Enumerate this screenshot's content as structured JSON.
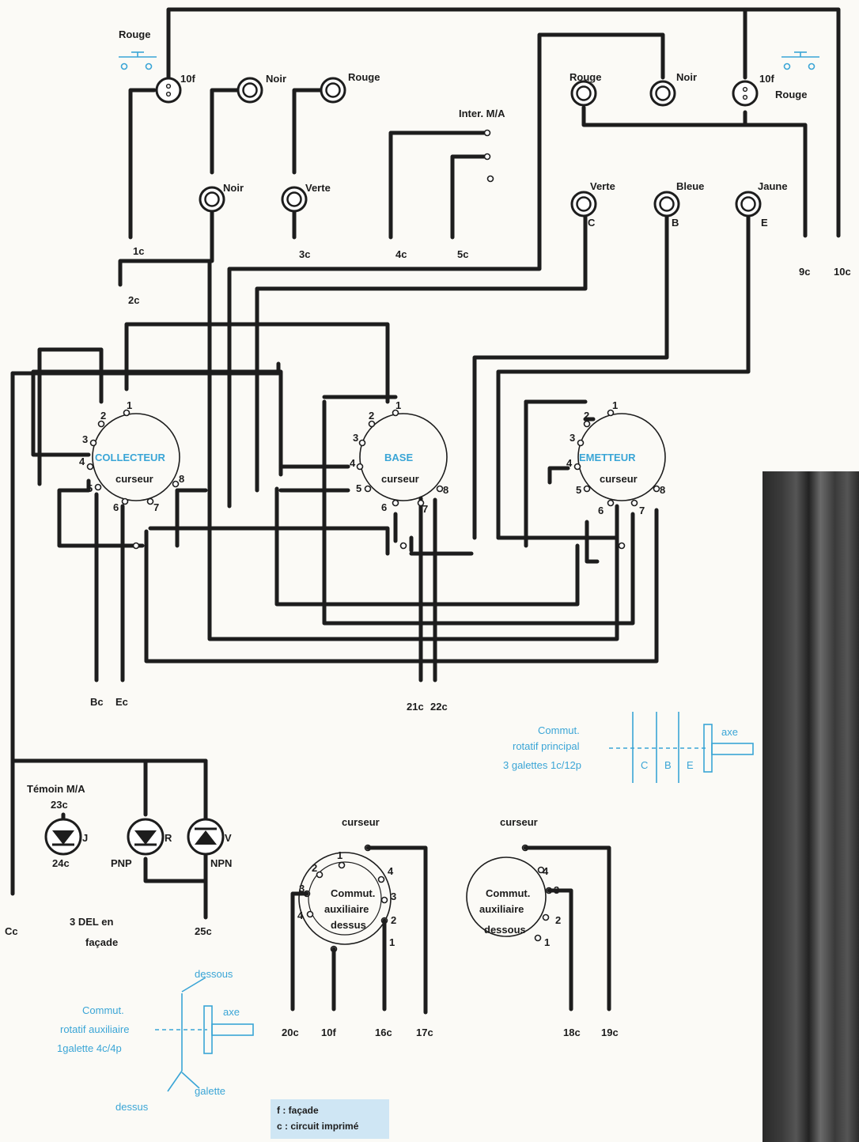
{
  "jacks": {
    "rouge_tl": "Rouge",
    "tenf_tl": "10f",
    "noir_top": "Noir",
    "rouge_top": "Rouge",
    "noir_mid": "Noir",
    "verte_mid": "Verte",
    "inter": "Inter. M/A",
    "rouge_r": "Rouge",
    "noir_r": "Noir",
    "tenf_r": "10f",
    "rouge_r2": "Rouge",
    "verte_r": "Verte",
    "bleue_r": "Bleue",
    "jaune_r": "Jaune",
    "c_lbl": "C",
    "b_lbl": "B",
    "e_lbl": "E"
  },
  "terminals": {
    "t1c": "1c",
    "t2c": "2c",
    "t3c": "3c",
    "t4c": "4c",
    "t5c": "5c",
    "t9c": "9c",
    "t10c": "10c",
    "tBc": "Bc",
    "tEc": "Ec",
    "t21c": "21c",
    "t22c": "22c",
    "tCc": "Cc",
    "t25c": "25c",
    "t20c": "20c",
    "t10f": "10f",
    "t16c": "16c",
    "t17c": "17c",
    "t18c": "18c",
    "t19c": "19c"
  },
  "switches": {
    "collecteur": "COLLECTEUR",
    "base": "BASE",
    "emetteur": "EMETTEUR",
    "curseur": "curseur",
    "n1": "1",
    "n2": "2",
    "n3": "3",
    "n4": "4",
    "n5": "5",
    "n6": "6",
    "n7": "7",
    "n8": "8"
  },
  "leds": {
    "temoin": "Témoin M/A",
    "t23c": "23c",
    "t24c": "24c",
    "j": "J",
    "r": "R",
    "v": "V",
    "pnp": "PNP",
    "npn": "NPN",
    "caption1": "3 DEL en",
    "caption2": "façade"
  },
  "aux": {
    "curseur": "curseur",
    "name1": "Commut.",
    "name2": "auxiliaire",
    "name3a": "dessus",
    "name3b": "dessous"
  },
  "principal_legend": {
    "l1": "Commut.",
    "l2": "rotatif principal",
    "l3": "3 galettes 1c/12p",
    "c": "C",
    "b": "B",
    "e": "E",
    "axe": "axe"
  },
  "aux_legend": {
    "dessous": "dessous",
    "l1": "Commut.",
    "l2": "rotatif auxiliaire",
    "l3": "1galette 4c/4p",
    "axe": "axe",
    "dessus": "dessus",
    "galette": "galette"
  },
  "key": {
    "f": "f : façade",
    "c": "c : circuit imprimé"
  },
  "colors": {
    "wire": "#1d1d1d",
    "accent": "#3aa5d6",
    "key_bg": "#cfe6f4"
  }
}
